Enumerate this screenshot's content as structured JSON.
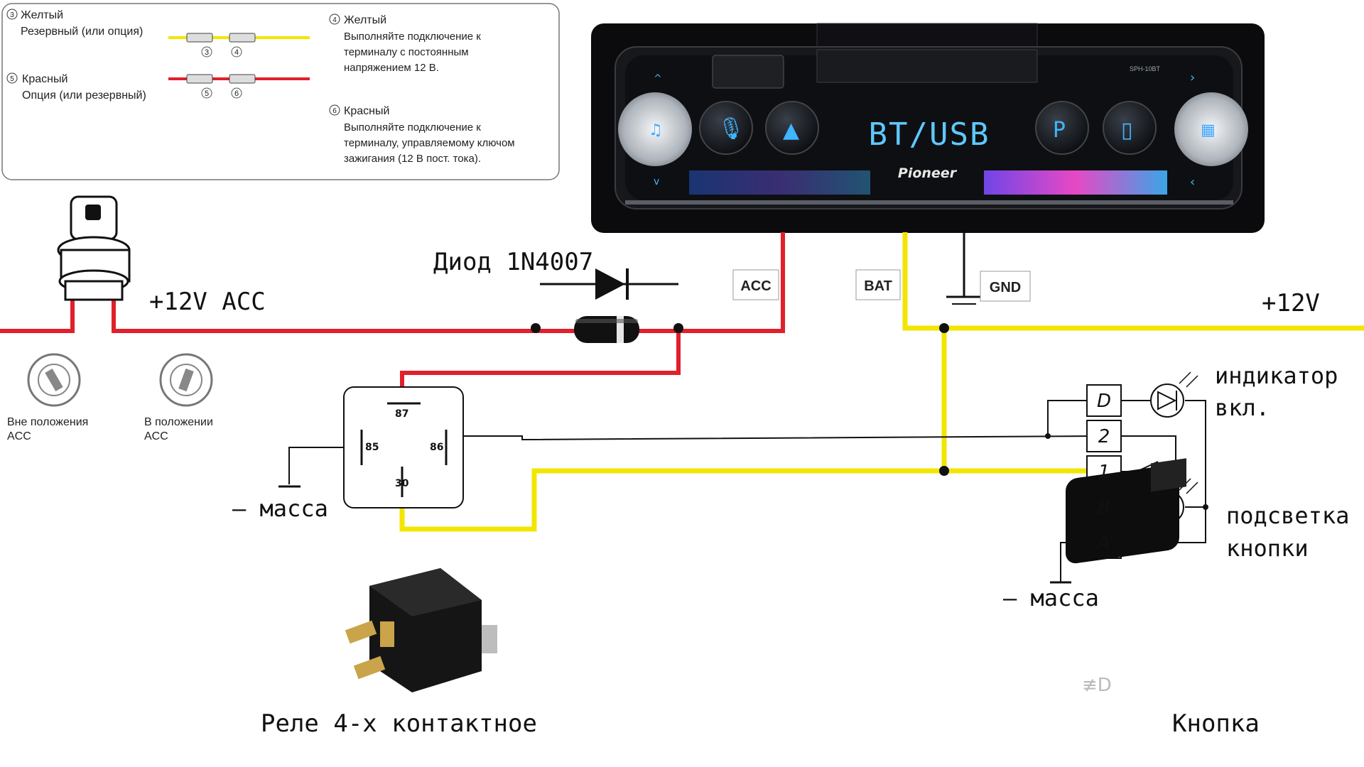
{
  "legend": {
    "item3_num": "3",
    "item3_title": "Желтый",
    "item3_desc": "Резервный (или опция)",
    "item5_num": "5",
    "item5_title": "Красный",
    "item5_desc": "Опция (или резервный)",
    "connector_nums": [
      "3",
      "4",
      "5",
      "6"
    ],
    "item4_num": "4",
    "item4_title": "Желтый",
    "item4_lines": [
      "Выполняйте подключение к",
      "терминалу с постоянным",
      "напряжением 12 В."
    ],
    "item6_num": "6",
    "item6_title": "Красный",
    "item6_lines": [
      "Выполняйте подключение к",
      "терминалу, управляемому ключом",
      "зажигания (12 В пост. тока)."
    ]
  },
  "headunit": {
    "display": "BT/USB",
    "brand": "Pioneer",
    "model": "SPH-10BT"
  },
  "labels": {
    "acc_box": "ACC",
    "bat_box": "BAT",
    "gnd_box": "GND",
    "v12_acc": "+12V ACC",
    "v12": "+12V",
    "diode": "Диод 1N4007",
    "key_off_1": "Вне положения",
    "key_off_2": "ACC",
    "key_on_1": "В положении",
    "key_on_2": "ACC",
    "ground_left": "– масса",
    "ground_right": "– масса",
    "relay_pins": [
      "87",
      "85",
      "86",
      "30"
    ],
    "switch_pins": [
      "D",
      "2",
      "1",
      "B",
      "A"
    ],
    "indicator_1": "индикатор",
    "indicator_2": "вкл.",
    "backlight_1": "подсветка",
    "backlight_2": "кнопки",
    "relay_caption": "Реле 4-х контактное",
    "button_caption": "Кнопка"
  },
  "colors": {
    "red_wire": "#e0202a",
    "yellow_wire": "#f2e600",
    "black_wire": "#111111"
  }
}
